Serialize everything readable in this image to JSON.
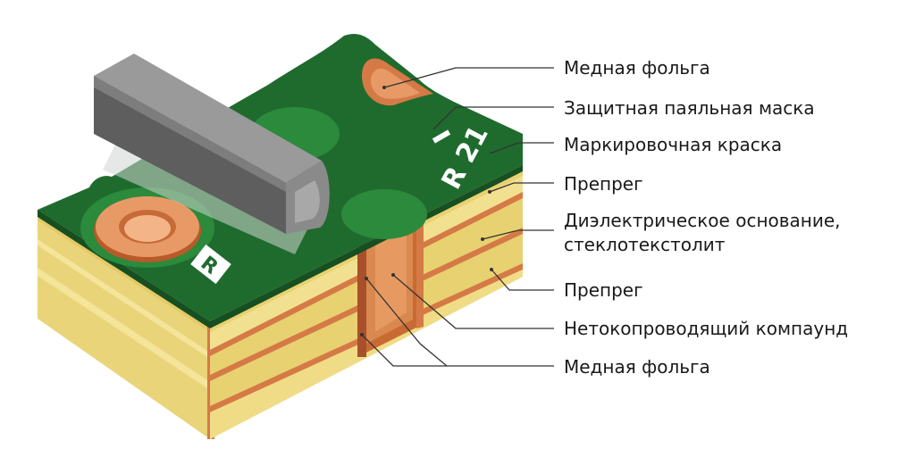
{
  "labels": {
    "copper_foil_top": "Медная фольга",
    "solder_mask": "Защитная паяльная маска",
    "marking_ink": "Маркировочная краска",
    "prepreg_top": "Препрег",
    "dielectric_line1": "Диэлектрическое основание,",
    "dielectric_line2": "стеклотекстолит",
    "prepreg_bottom": "Препрег",
    "compound": "Нетокопроводящий компаунд",
    "copper_foil_bottom": "Медная фольга"
  },
  "silkscreen": {
    "ref_text": "R 21",
    "bar_text": "I",
    "marker_text": "R"
  },
  "colors": {
    "mask": "#1f6b2e",
    "mask_dark": "#164f21",
    "mask_pad": "#2b8a3c",
    "copper": "#d57a46",
    "copper_dark": "#b85a2a",
    "core": "#e8d171",
    "prepreg": "#f0dc86",
    "leader": "#333333"
  }
}
